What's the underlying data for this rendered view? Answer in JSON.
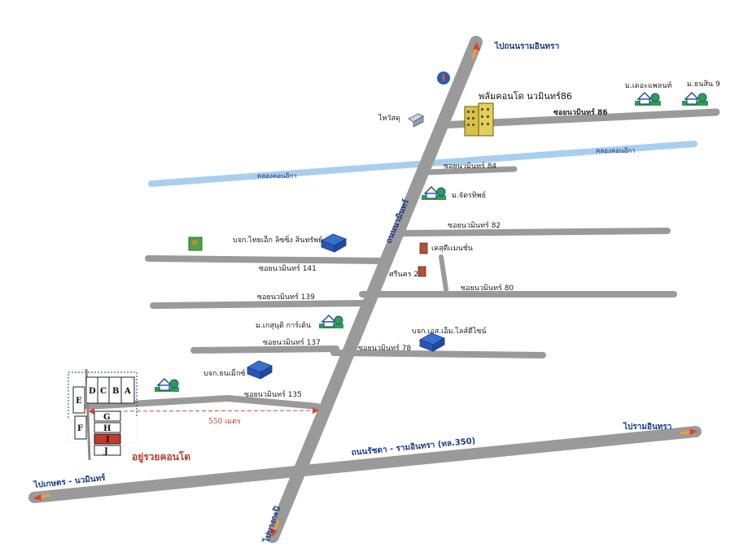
{
  "roads": {
    "nawamin_main": "ถนนนวมินทร์",
    "ratchada_ramintra": "ถนนรัชดา - รามอินทรา (ทล.350)",
    "soi_86": "ซอยนวมินทร์ 86",
    "soi_84": "ซอยนวมินทร์ 84",
    "soi_82": "ซอยนวมินทร์ 82",
    "soi_80": "ซอยนวมินทร์ 80",
    "soi_78": "ซอยนวมินทร์ 78",
    "soi_141": "ซอยนวมินทร์ 141",
    "soi_139": "ซอยนวมินทร์ 139",
    "soi_137": "ซอยนวมินทร์ 137",
    "soi_135": "ซอยนวมินทร์ 135"
  },
  "canal": {
    "left": "คลองคอนอีกา",
    "right": "คลองคอนอีกา"
  },
  "directions": {
    "top": "ไปถนนรามอินทรา",
    "right": "ไปรามอินทรา",
    "left": "ไปเกษตร - นวมินทร์",
    "bottom": "ไปบางกะปิ"
  },
  "landmarks": {
    "palm_condo": "พลัมคอนโด นวมินทร์86",
    "thaiwatsadu": "ไทวัสดุ",
    "m_the_plant": "ม.เดอะแพลนท์",
    "m_thanasin": "ม.ธนสิน 9",
    "m_chatrathip": "ม.จัตรทิพย์",
    "bj_thaiyok": "บจก.ไทยเอ็ก ลิซซิ่ง สินทรัพย์",
    "k_suite": "เคสุตีเเมนชั่น",
    "srinakhon": "ศรีนคร 2",
    "m_kasem_garden": "ม.เกสุนุติ การ์เด้น",
    "bj_os": "บจก.เอส.เอ็ม.ไลส์ดีไซน์",
    "bj_thanamex": "บจก.ธนเม็กซ์",
    "distance": "550 เมตร",
    "ayuruay": "อยู่รวยคอนโด"
  },
  "blocks": [
    "A",
    "B",
    "C",
    "D",
    "E",
    "F",
    "G",
    "H",
    "I",
    "J"
  ],
  "colors": {
    "road": "#9a9a9a",
    "canal": "#a9cfee",
    "text_blue": "#1a3a8a",
    "arrow_orange": "#f0a030",
    "highlight_red": "#c0392b"
  }
}
